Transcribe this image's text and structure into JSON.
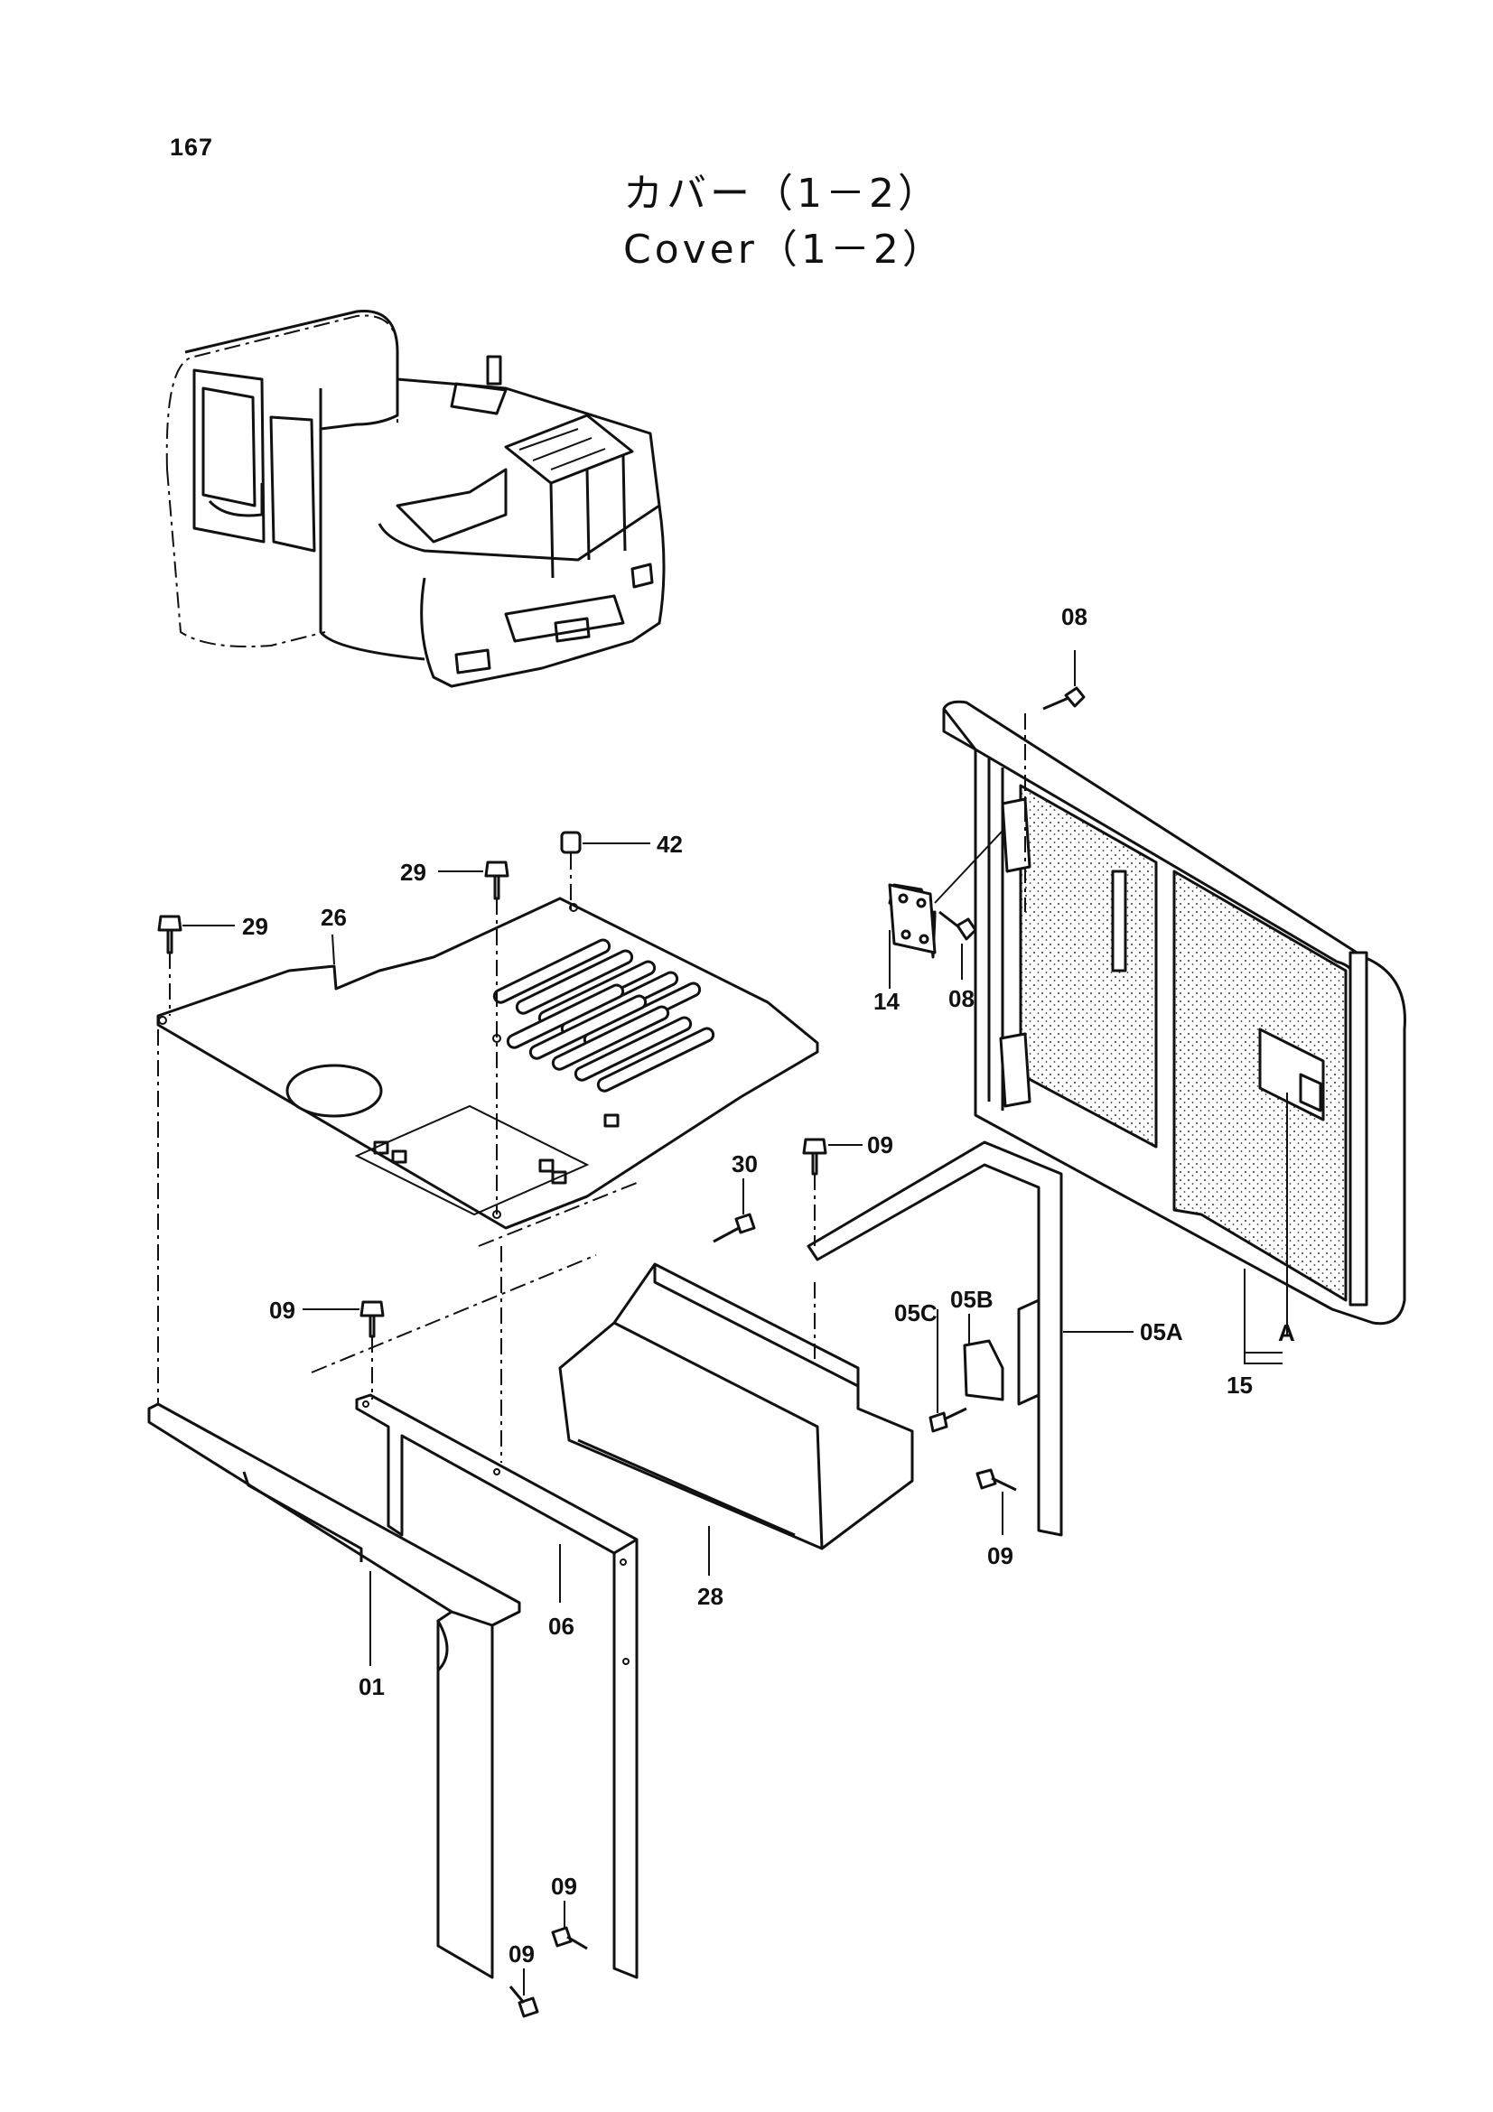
{
  "page_number": "167",
  "title_jp": "カバー（1－2）",
  "title_en": "Cover（1－2）",
  "parts": {
    "p08a": "08",
    "p08b": "08",
    "p42": "42",
    "p29a": "29",
    "p29b": "29",
    "p26": "26",
    "p14": "14",
    "p09a": "09",
    "p09b": "09",
    "p09c": "09",
    "p09d": "09",
    "p09e": "09",
    "p30": "30",
    "p05A": "05A",
    "p05B": "05B",
    "p05C": "05C",
    "p15": "15",
    "pA": "A",
    "p28": "28",
    "p06": "06",
    "p01": "01"
  }
}
